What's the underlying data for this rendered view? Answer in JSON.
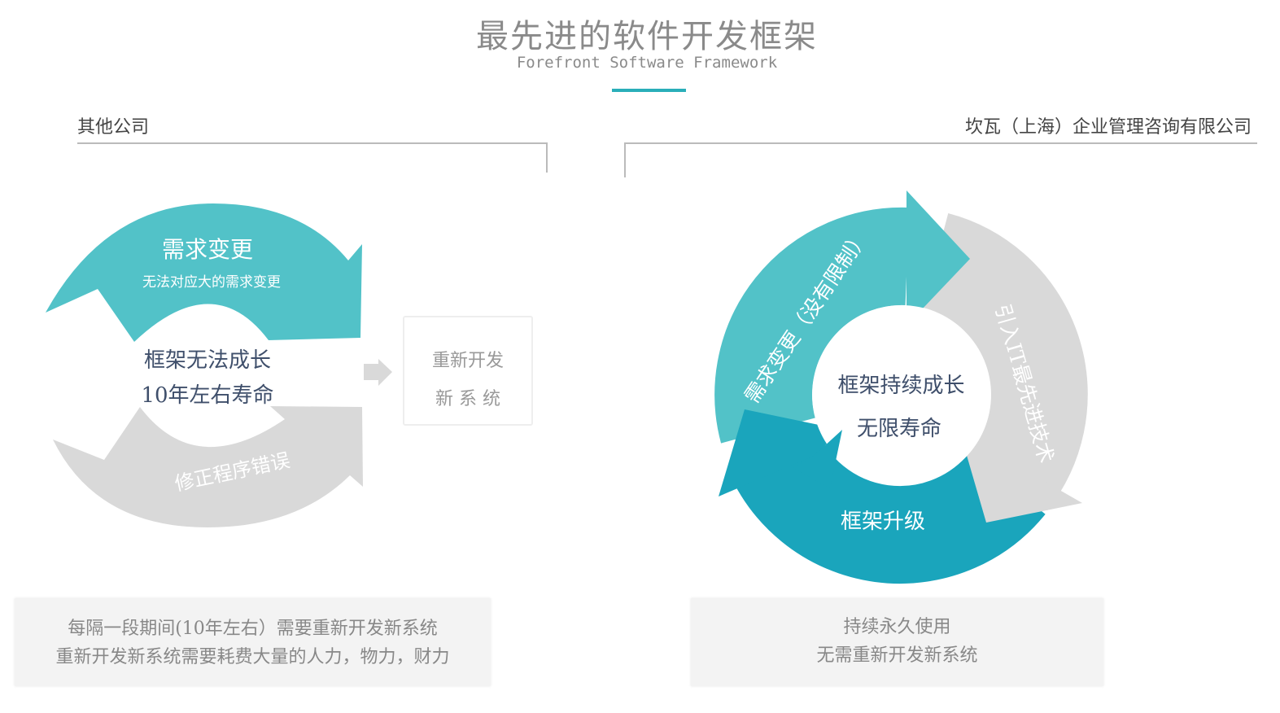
{
  "header": {
    "title": "最先进的软件开发框架",
    "subtitle": "Forefront Software Framework"
  },
  "colors": {
    "teal_light": "#52c2c8",
    "teal_dark": "#1aa5bc",
    "gray": "#d9d9d9",
    "accent": "#2aaeb9"
  },
  "left": {
    "company": "其他公司",
    "arrow_top_title": "需求变更",
    "arrow_top_subtitle": "无法对应大的需求变更",
    "arrow_bottom": "修正程序错误",
    "center_line1": "框架无法成长",
    "center_line2": "10年左右寿命",
    "redevelop_line1": "重新开发",
    "redevelop_line2": "新 系 统",
    "note_line1": "每隔一段期间(10年左右）需要重新开发新系统",
    "note_line2": "重新开发新系统需要耗费大量的人力，物力，财力"
  },
  "right": {
    "company": "坎瓦（上海）企业管理咨询有限公司",
    "arrow_teal": "需求变更（没有限制）",
    "arrow_gray": "引入IT最先进技术",
    "arrow_dark": "框架升级",
    "center_line1": "框架持续成长",
    "center_line2": "无限寿命",
    "note_line1": "持续永久使用",
    "note_line2": "无需重新开发新系统"
  }
}
